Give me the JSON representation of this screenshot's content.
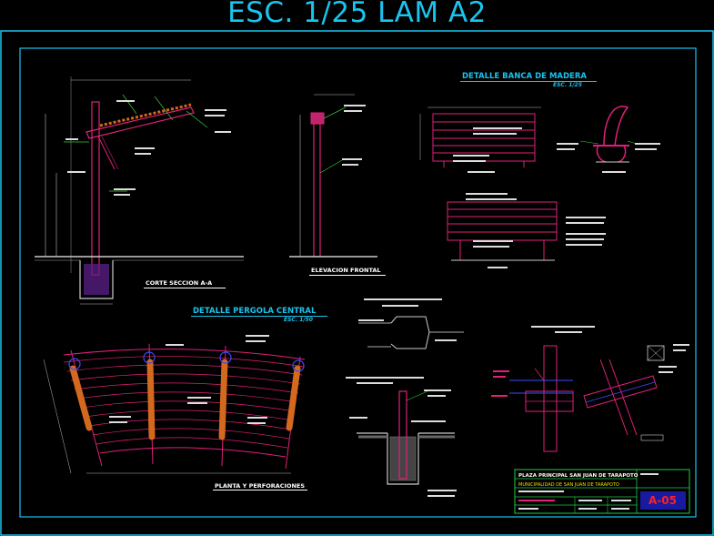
{
  "sheet": {
    "title": "ESC. 1/25 LAM A2"
  },
  "sections": {
    "bench_title": "DETALLE BANCA DE MADERA",
    "bench_scale": "ESC. 1/25",
    "pergola_title": "DETALLE PERGOLA CENTRAL",
    "pergola_scale": "ESC. 1/50",
    "corte_label": "CORTE SECCION A-A",
    "elevacion_label": "ELEVACION FRONTAL",
    "planta_label": "PLANTA Y PERFORACIONES"
  },
  "title_block": {
    "project": "PLAZA PRINCIPAL SAN JUAN DE TARAPOTO",
    "entity": "MUNICIPALIDAD DE SAN JUAN DE TARAPOTO",
    "sheet_number": "A-05"
  },
  "colors": {
    "frame": "#19c4ee",
    "magenta": "#e0207a",
    "orange": "#d2691e",
    "yellow": "#e8e000",
    "green": "#22cc44"
  }
}
